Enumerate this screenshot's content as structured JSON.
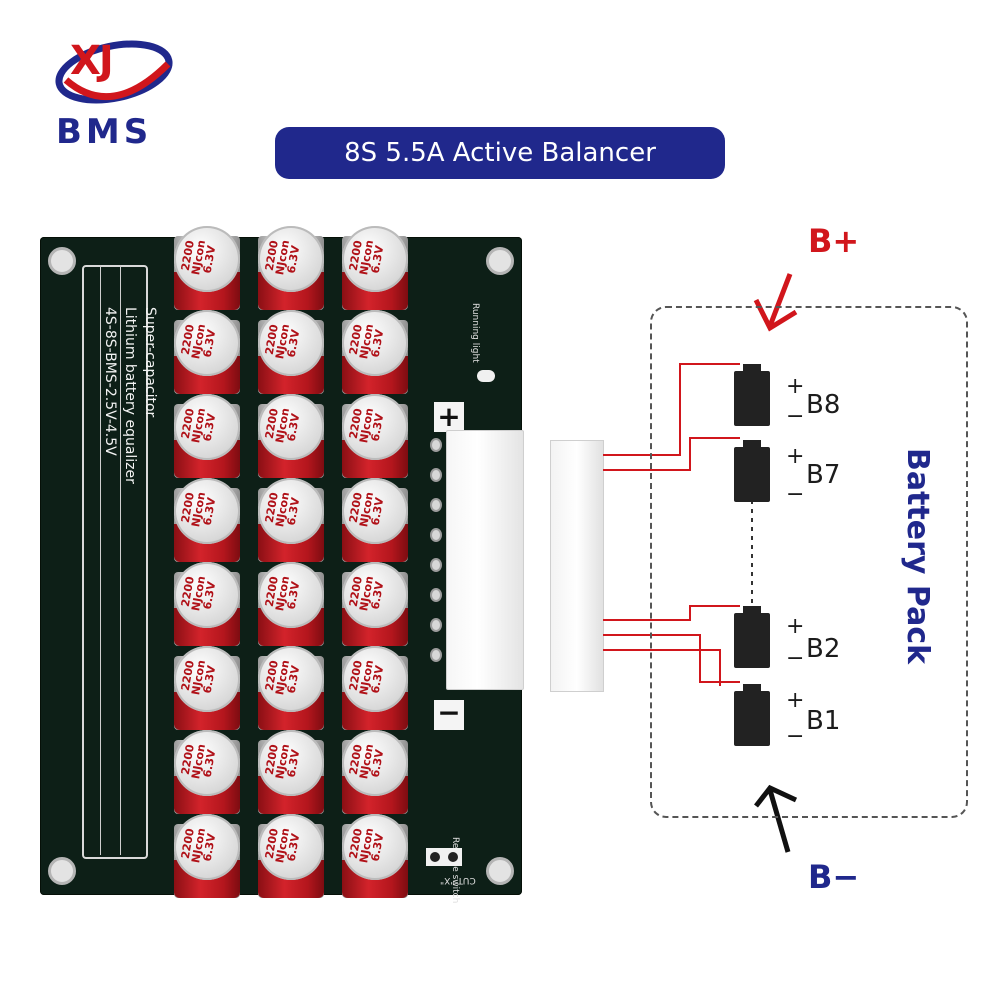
{
  "brand": {
    "logo_letters": "XJ",
    "name": "BMS",
    "color": "#20288c",
    "accent": "#d1161c"
  },
  "title": "8S 5.5A Active Balancer",
  "board": {
    "silkscreen_lines": [
      "Super-capacitor",
      "Lithium battery equalizer",
      "4S-8S-BMS-2.5V-4.5V"
    ],
    "running_light": "Running light",
    "remote_switch": "Remote switch",
    "cut_label": "CUT \"X\"",
    "plus_sign": "+",
    "minus_sign": "−",
    "capacitor": {
      "line1": "2200",
      "line2": "NJcon",
      "line3": "6.3V"
    }
  },
  "diagram": {
    "pack_label": "Battery Pack",
    "positive_terminal": "B+",
    "negative_terminal": "B−",
    "cells": [
      {
        "label": "B8",
        "plus": "+",
        "minus": "−"
      },
      {
        "label": "B7",
        "plus": "+",
        "minus": "−"
      },
      {
        "label": "B2",
        "plus": "+",
        "minus": "−"
      },
      {
        "label": "B1",
        "plus": "+",
        "minus": "−"
      }
    ]
  }
}
